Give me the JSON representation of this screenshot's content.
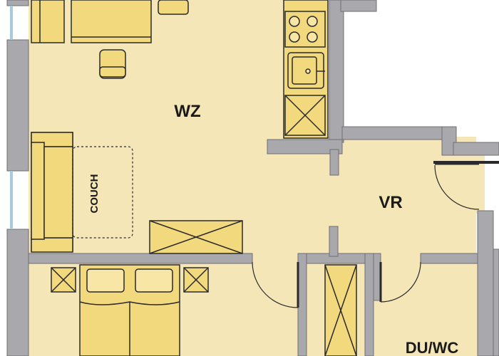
{
  "colors": {
    "floor": "#f5e6b8",
    "wall": "#a9a9ad",
    "wall_edge": "#6f6f73",
    "furniture": "#f3d97e",
    "furniture_light": "#f7e6a6",
    "line": "#2a2a2a",
    "outside": "#ffffff",
    "glass": "#a9c9e0"
  },
  "rooms": {
    "living": {
      "label": "WZ"
    },
    "hall": {
      "label": "VR"
    },
    "bath": {
      "label": "DU/WC"
    }
  },
  "furniture": {
    "couch": {
      "label": "COUCH"
    }
  }
}
